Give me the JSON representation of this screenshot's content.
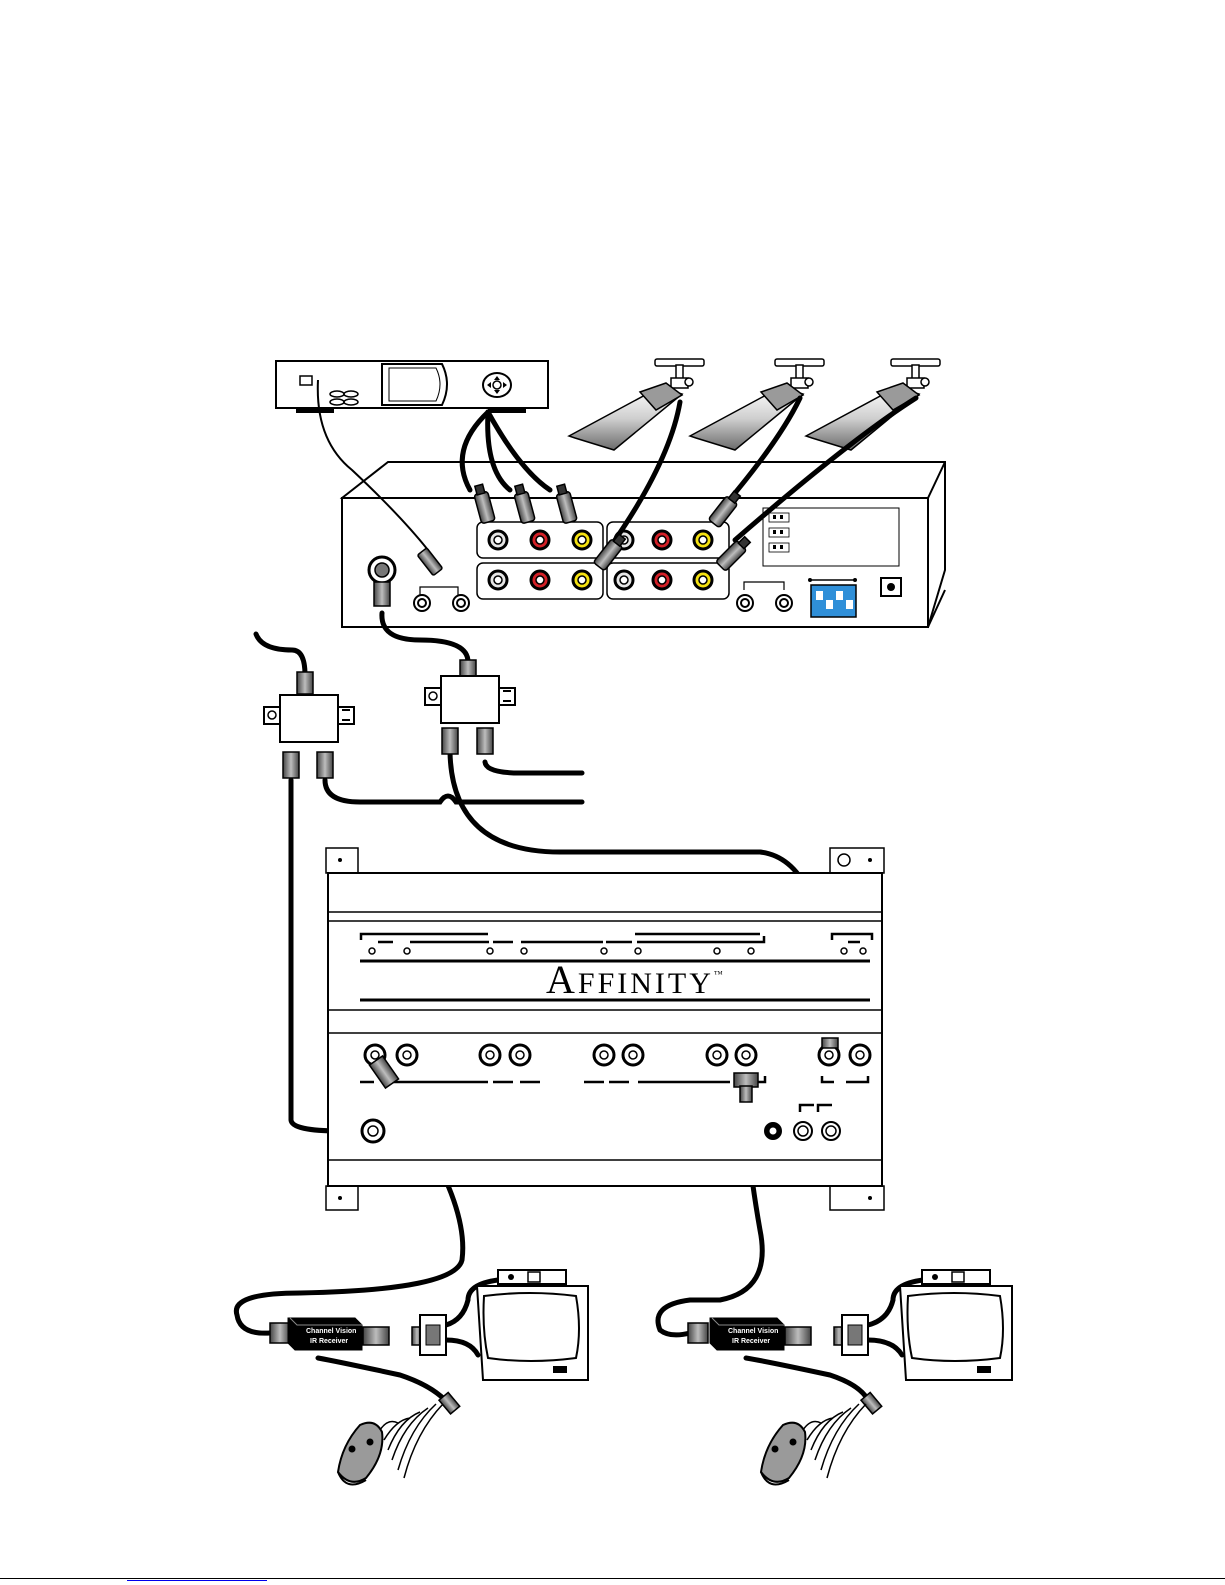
{
  "brand": {
    "initial": "A",
    "rest": "FFINITY",
    "trademark": "™"
  },
  "receiver_labels": {
    "line1": "Channel Vision",
    "line2": "IR Receiver"
  },
  "colors": {
    "ink": "#000000",
    "rca_white": "#e6e6e6",
    "rca_red": "#d42027",
    "rca_yellow": "#f5e211",
    "dip_switch": "#2f8fd8",
    "panel": "#ffffff"
  }
}
